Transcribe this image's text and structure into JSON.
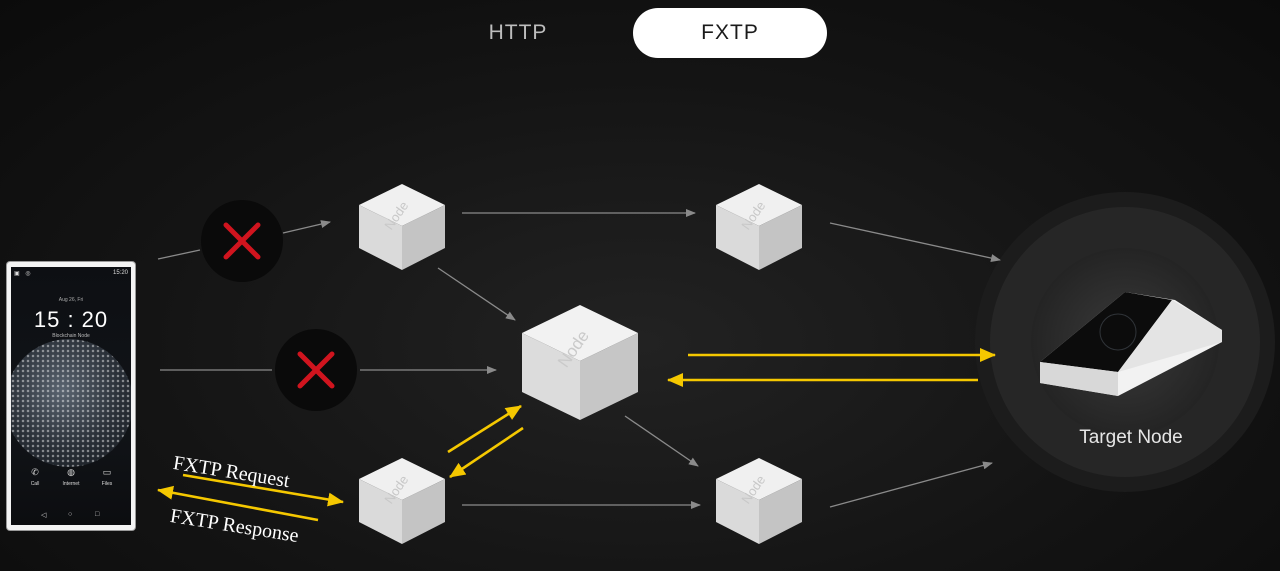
{
  "tabs": {
    "http_label": "HTTP",
    "fxtp_label": "FXTP"
  },
  "labels": {
    "fxtp_request": "FXTP Request",
    "fxtp_response": "FXTP Response",
    "target_node": "Target Node",
    "node_face_text": "Node"
  },
  "phone": {
    "status_time": "15:20",
    "date": "Aug 26, Fri",
    "clock": "15 : 20",
    "node_name": "Blockchain Node",
    "dock": [
      "Call",
      "Internet",
      "Files"
    ]
  },
  "colors": {
    "accent_yellow": "#f5c800",
    "blocked_red": "#d0141e",
    "arrow_gray": "#8a8a8a",
    "node_face": "#e8e8e8"
  }
}
